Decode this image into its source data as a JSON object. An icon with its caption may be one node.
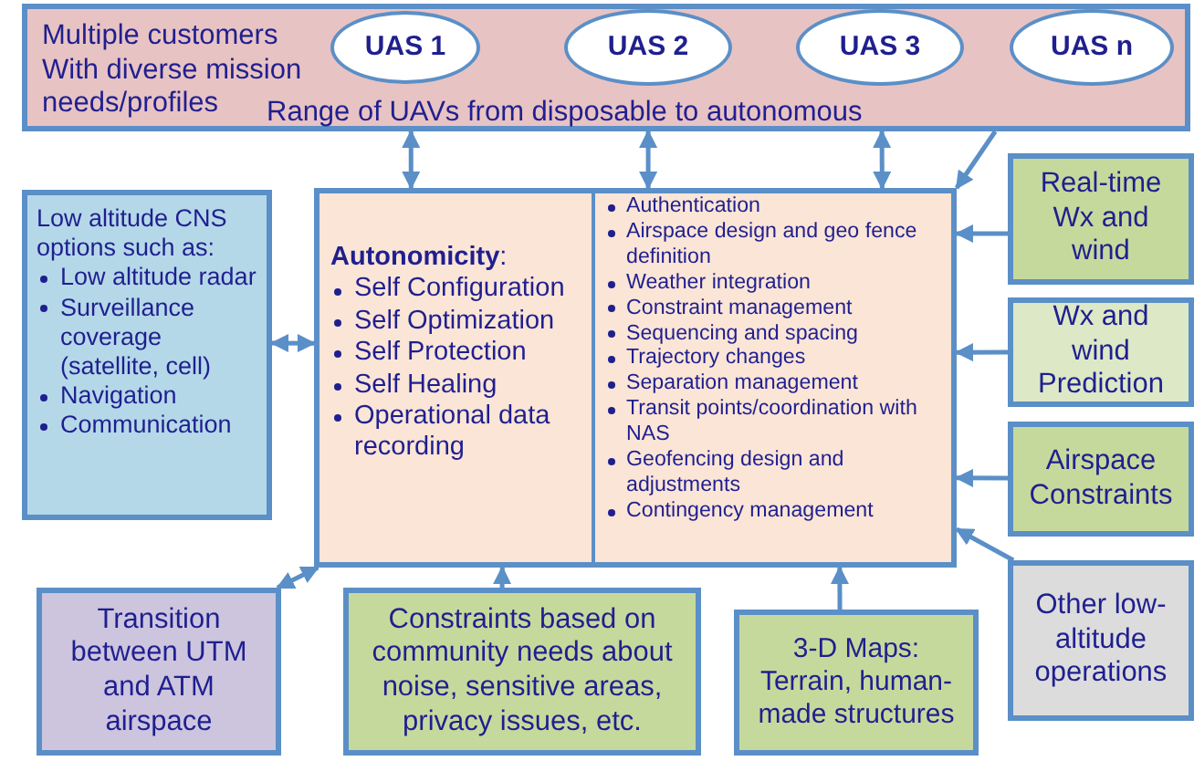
{
  "diagram": {
    "nodes": [
      {
        "text": [
          "Multiple customers With diverse mission needs/profiles",
          "Range of UAVs from disposable to autonomous"
        ]
      },
      {
        "text": [
          "UAS 1"
        ],
        "in": 0
      },
      {
        "text": [
          "UAS 2"
        ],
        "in": 0
      },
      {
        "text": [
          "UAS 3"
        ],
        "in": 0
      },
      {
        "text": [
          "UAS n"
        ],
        "in": 0
      },
      {
        "text": [
          "Low altitude CNS options such as:",
          "Low altitude radar",
          "Surveillance coverage (satellite, cell)",
          "Navigation",
          "Communication"
        ]
      },
      {
        "text": [],
        "shape": "box"
      },
      {
        "text": [
          "**Autonomicity**:",
          "Self Configuration",
          "Self Optimization",
          "Self Protection",
          "Self Healing",
          "Operational data recording"
        ],
        "in": 6
      },
      {
        "text": [
          "Authentication",
          "Airspace design and geo fence definition",
          "Weather integration",
          "Constraint management",
          "Sequencing and spacing",
          "Trajectory changes",
          "Separation management",
          "Transit points/coordination with NAS",
          "Geofencing design and adjustments",
          "Contingency management"
        ],
        "in": 6
      },
      {
        "text": [
          "Real-time Wx and wind"
        ]
      },
      {
        "text": [
          "Wx and wind Prediction"
        ]
      },
      {
        "text": [
          "Airspace Constraints"
        ]
      },
      {
        "text": [
          "Other low-altitude operations"
        ]
      },
      {
        "text": [
          "Transition between UTM and ATM airspace"
        ]
      },
      {
        "text": [
          "Constraints based on community needs about noise, sensitive areas, privacy issues, etc."
        ]
      },
      {
        "text": [
          "3-D Maps: Terrain, human-made structures"
        ]
      }
    ],
    "edges": [
      {
        "from": 0,
        "to": 6,
        "arrow": "both"
      },
      {
        "from": 0,
        "to": 6,
        "arrow": "both"
      },
      {
        "from": 0,
        "to": 6,
        "arrow": "both"
      },
      {
        "from": 0,
        "to": 6,
        "arrow": "to"
      },
      {
        "from": 5,
        "to": 6,
        "arrow": "both"
      },
      {
        "from": 9,
        "to": 6,
        "arrow": "to"
      },
      {
        "from": 10,
        "to": 6,
        "arrow": "to"
      },
      {
        "from": 11,
        "to": 6,
        "arrow": "to"
      },
      {
        "from": 12,
        "to": 6,
        "arrow": "to"
      },
      {
        "from": 6,
        "to": 13,
        "arrow": "both"
      },
      {
        "from": 14,
        "to": 6,
        "arrow": "to"
      },
      {
        "from": 15,
        "to": 6,
        "arrow": "to"
      }
    ]
  }
}
